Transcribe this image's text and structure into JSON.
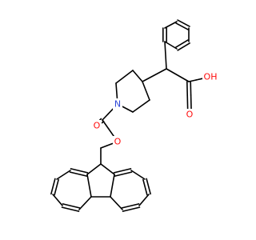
{
  "atoms": {
    "N1": {
      "element": "N",
      "label": "N",
      "color": "#2f48d8"
    },
    "O_carbamate_carbonyl": {
      "element": "O",
      "label": "O",
      "color": "#ff0d0d"
    },
    "O_carbamate_ester": {
      "element": "O",
      "label": "O",
      "color": "#ff0d0d"
    },
    "O_acid_carbonyl": {
      "element": "O",
      "label": "O",
      "color": "#ff0d0d"
    },
    "O_acid_hydroxyl": {
      "element": "O",
      "label": "OH",
      "color": "#ff0d0d"
    }
  },
  "colors": {
    "bond": "#000000",
    "oxygen": "#ff0d0d",
    "nitrogen": "#2f48d8",
    "background": "#ffffff"
  }
}
